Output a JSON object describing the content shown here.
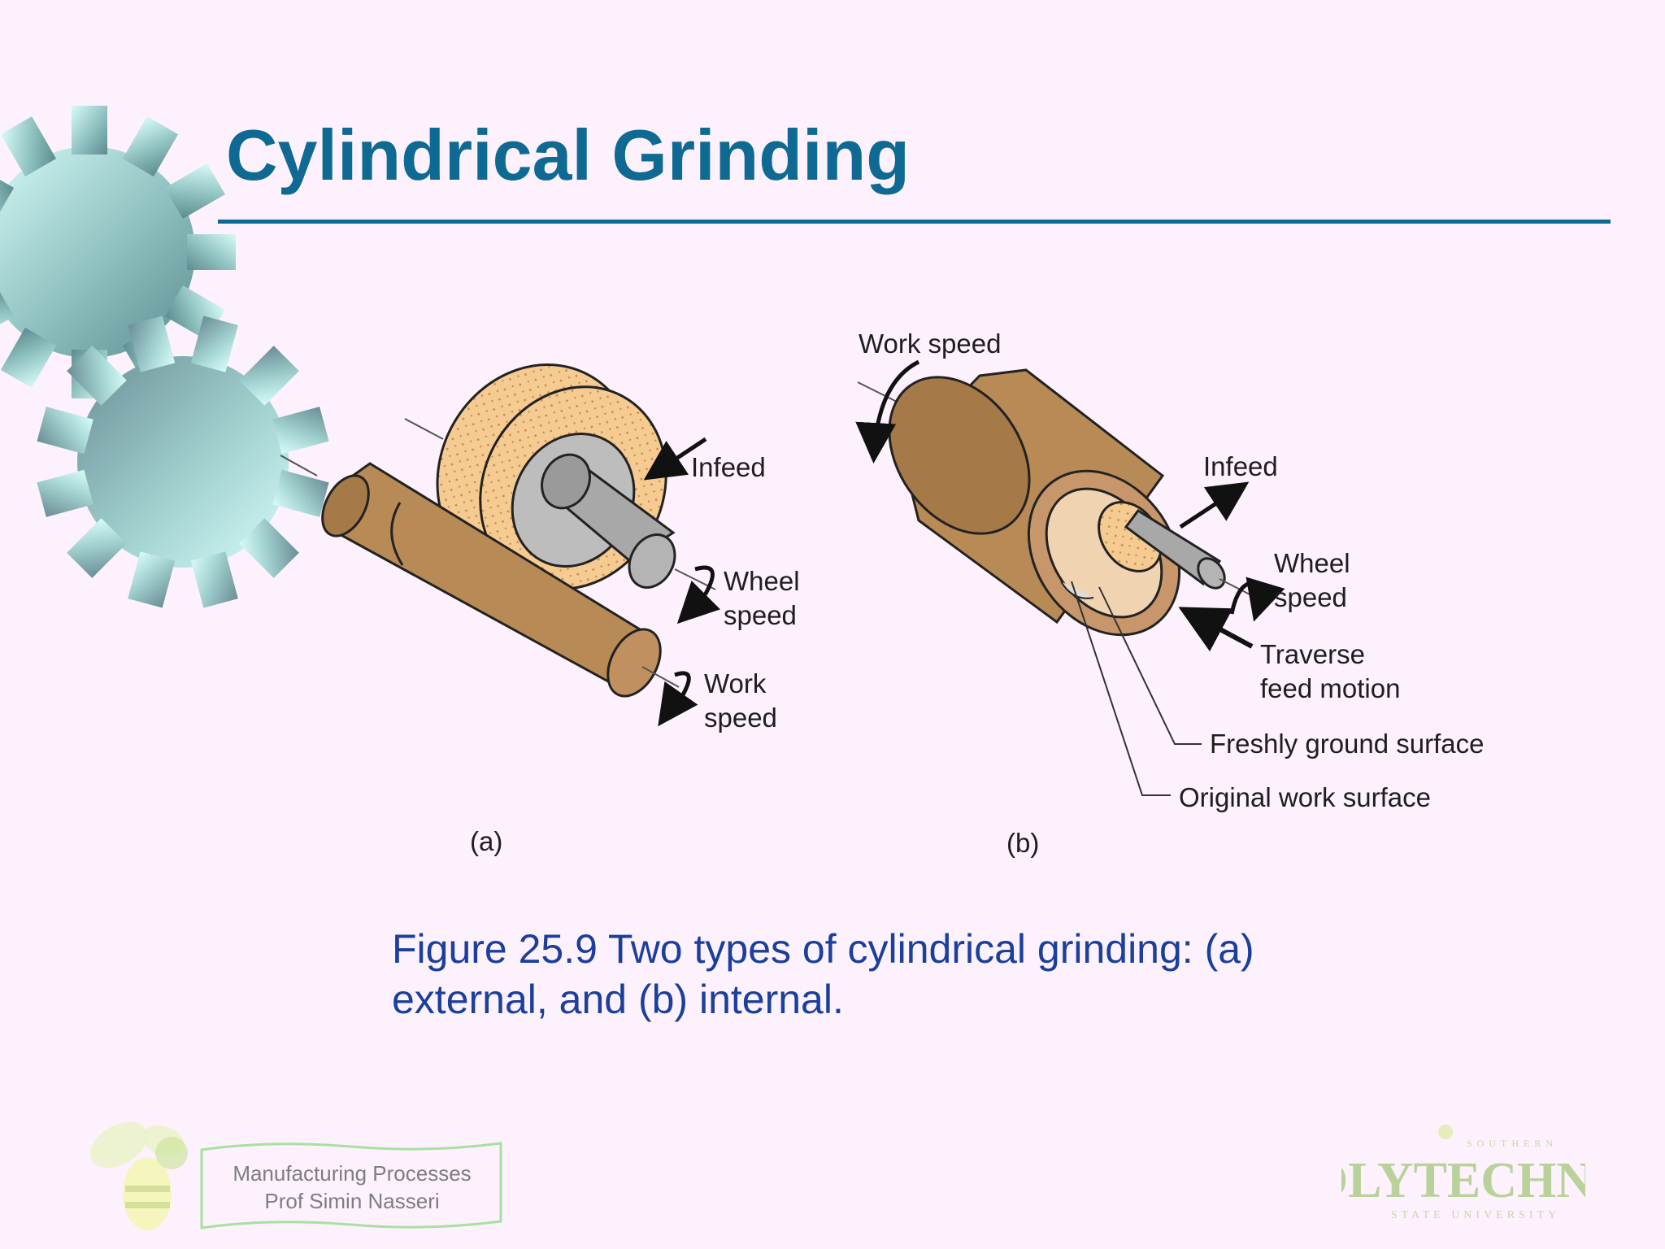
{
  "slide": {
    "title": "Cylindrical Grinding",
    "caption_line1": "Figure 25.9  Two types of cylindrical grinding: (a)",
    "caption_line2": "external, and (b) internal."
  },
  "diagram": {
    "a": {
      "label": "(a)",
      "infeed": "Infeed",
      "wheel_speed_1": "Wheel",
      "wheel_speed_2": "speed",
      "work_speed_1": "Work",
      "work_speed_2": "speed"
    },
    "b": {
      "label": "(b)",
      "work_speed": "Work speed",
      "infeed": "Infeed",
      "wheel_speed_1": "Wheel",
      "wheel_speed_2": "speed",
      "traverse_1": "Traverse",
      "traverse_2": "feed motion",
      "fresh_surface": "Freshly ground surface",
      "original_surface": "Original work surface"
    }
  },
  "footer": {
    "line1": "Manufacturing Processes",
    "line2": "Prof Simin Nasseri",
    "logo_text": "POLYTECHNIC",
    "logo_small_top": "SOUTHERN",
    "logo_small_bottom": "STATE UNIVERSITY"
  },
  "colors": {
    "title": "#0e6a92",
    "caption": "#1a3f9c",
    "background": "#fdf1fd",
    "workpiece": "#b88a55",
    "wheel": "#f2c68c",
    "shaft": "#a8a8a8"
  }
}
